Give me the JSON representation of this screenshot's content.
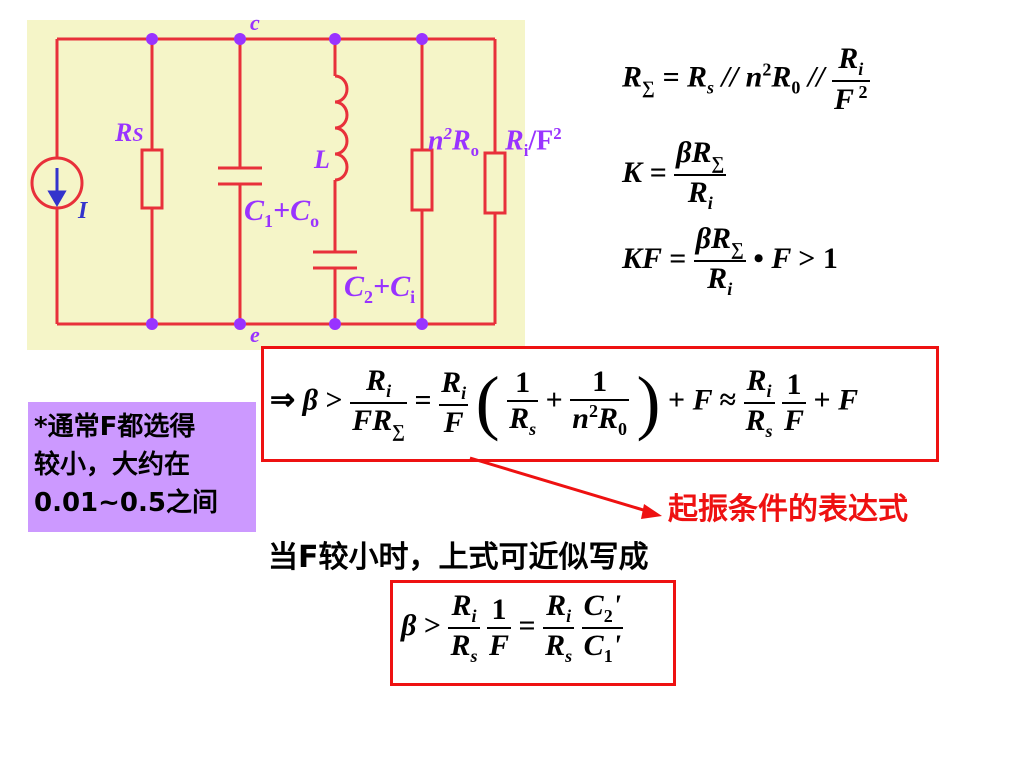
{
  "circuit": {
    "node_c": "c",
    "node_e": "e",
    "source_label": "I",
    "rs_label": "R",
    "rs_sub": "S",
    "c1_label": "C",
    "c1_sub1": "1",
    "c1_plus": "+C",
    "c1_sub2": "o",
    "l_label": "L",
    "c2_label": "C",
    "c2_sub1": "2",
    "c2_plus": "+C",
    "c2_sub2": "i",
    "n2ro_n": "n",
    "n2ro_exp": "2",
    "n2ro_r": "R",
    "n2ro_sub": "o",
    "ri_label": "R",
    "ri_sub": "i",
    "ri_over": "/F",
    "ri_exp": "2"
  },
  "formulas": {
    "f1": "R∑ = Rs // n²R0 // Ri/F²",
    "f2": "K = βR∑ / Ri",
    "f3": "KF = βR∑ / Ri • F > 1",
    "main": "⇒ β > Ri/(FR∑) = Ri/F (1/Rs + 1/(n²R0)) + F ≈ Ri/Rs · 1/F + F",
    "approx": "β > Ri/Rs · 1/F = Ri/Rs · C2'/C1'"
  },
  "note": {
    "line1": "*通常F都选得",
    "line2": "较小，大约在",
    "line3": "0.01~0.5之间"
  },
  "captions": {
    "condition": "起振条件的表达式",
    "approx_intro": "当F较小时，上式可近似写成"
  },
  "colors": {
    "wire": "#e8303a",
    "circuit_bg": "#f5f5c8",
    "node": "#9933ff",
    "label": "#9933ff",
    "box": "#ee1111",
    "note_bg": "#cc99ff"
  }
}
